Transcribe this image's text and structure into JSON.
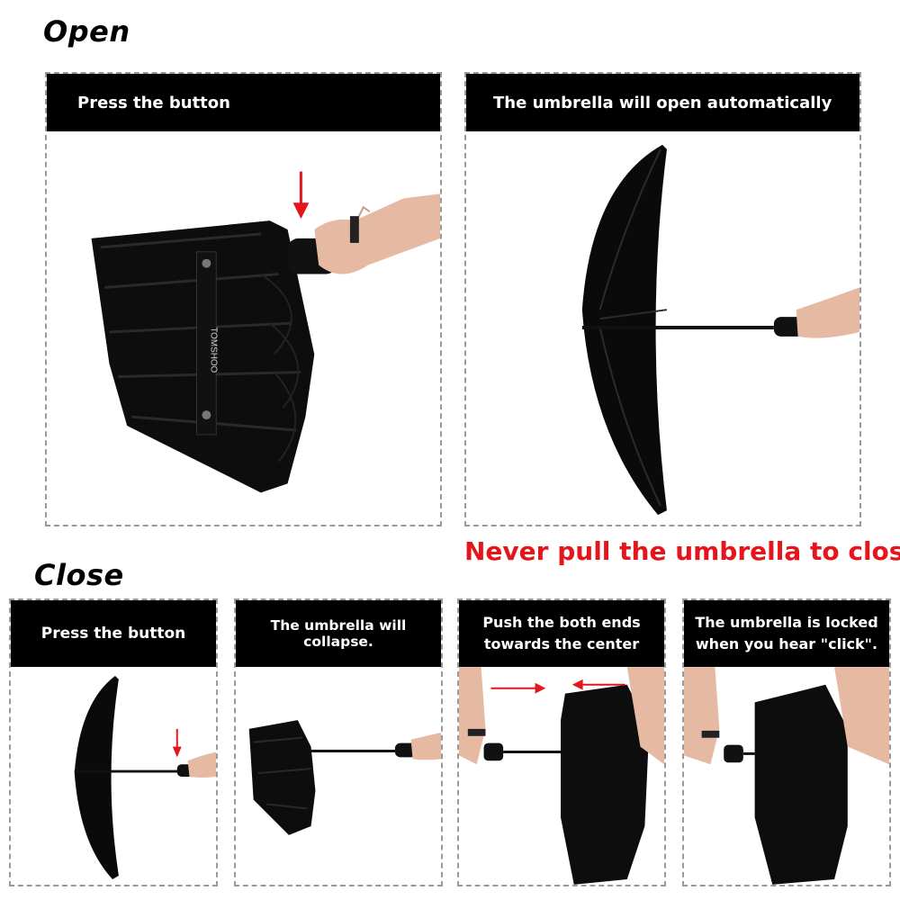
{
  "open": {
    "title": "Open",
    "steps": [
      {
        "caption": "Press the button"
      },
      {
        "caption": "The umbrella will open automatically"
      }
    ]
  },
  "warning": "Never pull the umbrella to close.",
  "close": {
    "title": "Close",
    "steps": [
      {
        "caption": "Press the button"
      },
      {
        "caption": "The umbrella will collapse."
      },
      {
        "caption": "Push the both ends towards the center"
      },
      {
        "caption": "The umbrella is locked when you hear \"click\"."
      }
    ]
  },
  "brand": "TOMSHOO",
  "colors": {
    "caption_bg": "#000000",
    "caption_text": "#ffffff",
    "warning": "#e4151b",
    "arrow": "#e4151b",
    "border": "#9a9a9a"
  }
}
